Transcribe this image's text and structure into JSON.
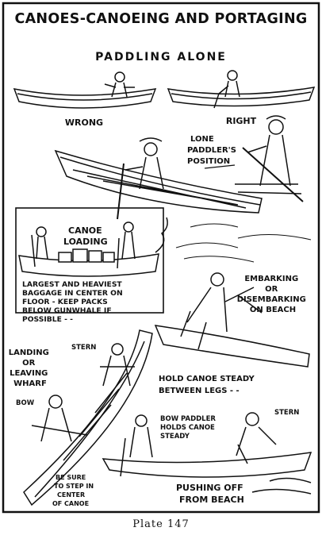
{
  "plate": {
    "title": "CANOES-CANOEING AND PORTAGING",
    "subtitle": "PADDLING ALONE",
    "label_wrong": "WRONG",
    "label_right": "RIGHT",
    "lone_paddler": [
      "LONE",
      "PADDLER'S",
      "POSITION"
    ],
    "canoe_loading": [
      "CANOE",
      "LOADING"
    ],
    "baggage_note": [
      "LARGEST AND HEAVIEST",
      "BAGGAGE IN CENTER ON",
      "FLOOR - KEEP PACKS",
      "BELOW GUNWHALE IF",
      "POSSIBLE - -"
    ],
    "embarking": [
      "EMBARKING",
      "OR",
      "DISEMBARKING",
      "ON BEACH"
    ],
    "landing": [
      "LANDING",
      "OR",
      "LEAVING",
      "WHARF"
    ],
    "stern_label_1": "STERN",
    "bow_label": "BOW",
    "hold_canoe": [
      "HOLD CANOE STEADY",
      "BETWEEN LEGS - -"
    ],
    "bow_paddler_note": [
      "BOW PADDLER",
      "HOLDS CANOE",
      "STEADY"
    ],
    "stern_label_2": "STERN",
    "be_sure": [
      "BE SURE",
      "TO STEP IN",
      "CENTER",
      "OF CANOE"
    ],
    "pushing_off": [
      "PUSHING OFF",
      "FROM BEACH"
    ]
  },
  "footer": {
    "caption": "Plate 147"
  }
}
